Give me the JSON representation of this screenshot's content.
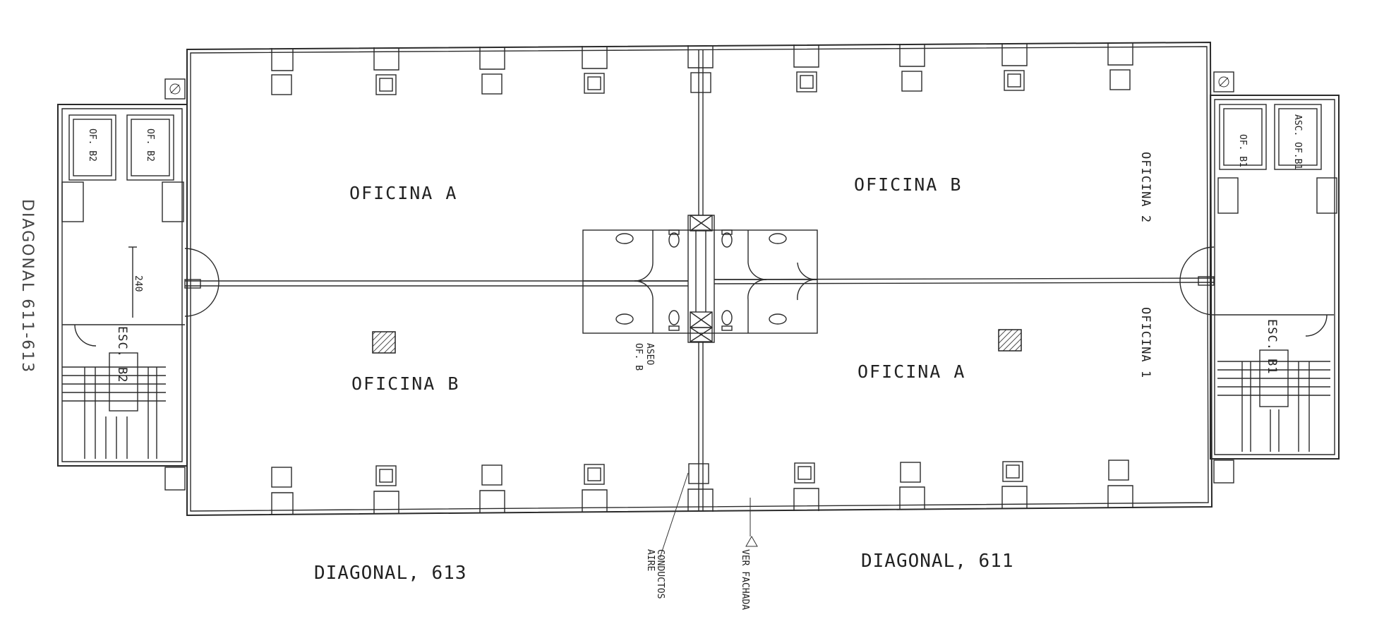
{
  "side_label": "DIAGONAL 611-613",
  "rooms": {
    "left_top": "OFICINA A",
    "left_bottom": "OFICINA B",
    "right_top": "OFICINA B",
    "right_bottom": "OFICINA A",
    "right_oficina_2": "OFICINA 2",
    "right_oficina_1": "OFICINA 1"
  },
  "lifts": {
    "left_1": "OF. B2",
    "left_2": "OF. B2",
    "right_1": "OF. B1",
    "right_2": "ASC. OF.B1"
  },
  "stairs": {
    "left_esc": "ESC.",
    "left_code": "B2",
    "right_esc": "ESC.",
    "right_code": "B1"
  },
  "dimension": "240",
  "aseo": {
    "line1": "ASEO",
    "line2": "OF. B"
  },
  "annotations": {
    "conductos_line1": "CONDUCTOS",
    "conductos_line2": "AIRE",
    "ver_fachada": "VER FACHADA",
    "section_marker": "Δ"
  },
  "streets": {
    "left": "DIAGONAL, 613",
    "right": "DIAGONAL, 611"
  }
}
